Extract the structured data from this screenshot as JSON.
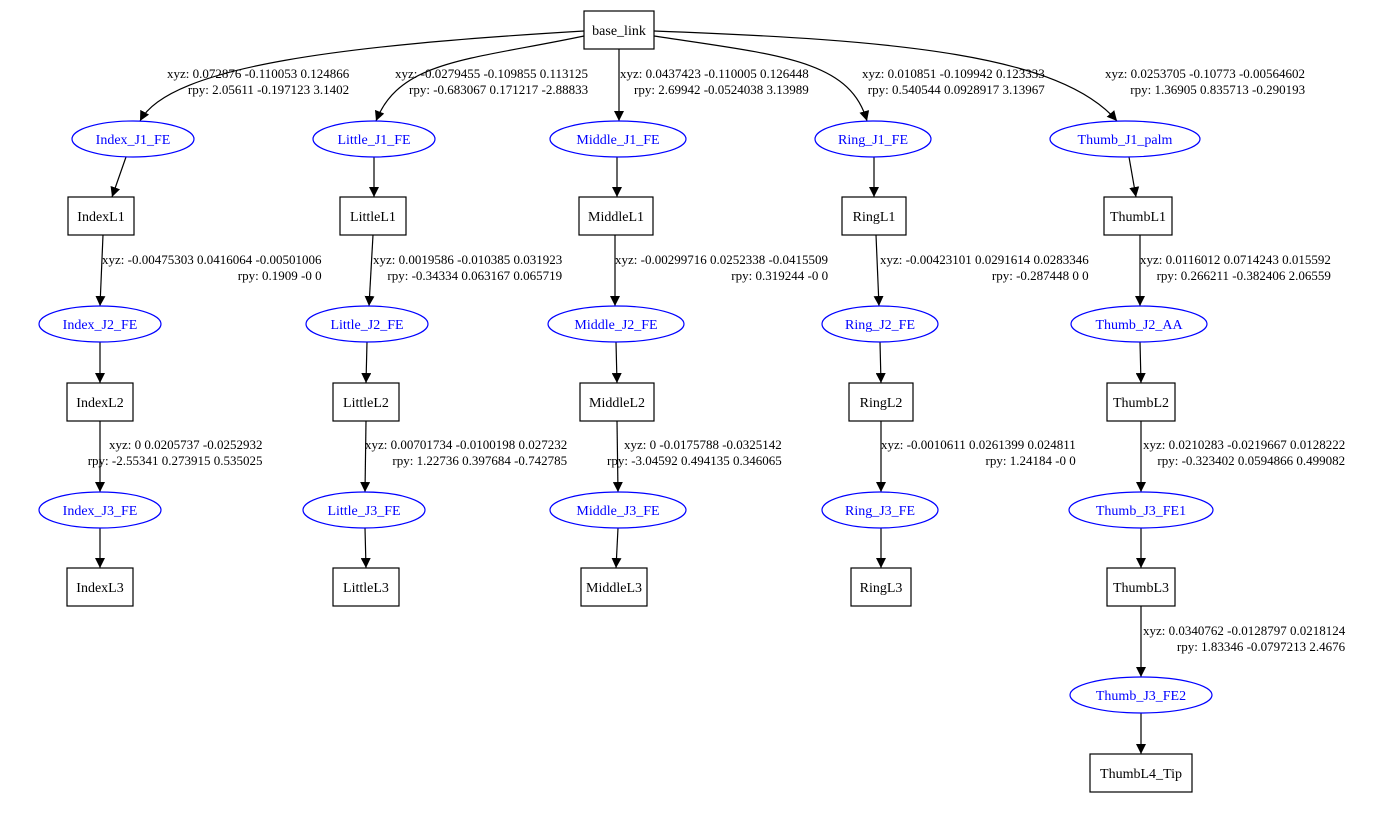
{
  "colors": {
    "link_stroke": "#000000",
    "joint_stroke": "#0000ff",
    "joint_text": "#0000ff",
    "edge": "#000000"
  },
  "links": {
    "base_link": "base_link",
    "IndexL1": "IndexL1",
    "IndexL2": "IndexL2",
    "IndexL3": "IndexL3",
    "LittleL1": "LittleL1",
    "LittleL2": "LittleL2",
    "LittleL3": "LittleL3",
    "MiddleL1": "MiddleL1",
    "MiddleL2": "MiddleL2",
    "MiddleL3": "MiddleL3",
    "RingL1": "RingL1",
    "RingL2": "RingL2",
    "RingL3": "RingL3",
    "ThumbL1": "ThumbL1",
    "ThumbL2": "ThumbL2",
    "ThumbL3": "ThumbL3",
    "ThumbL4_Tip": "ThumbL4_Tip"
  },
  "joints": {
    "Index_J1_FE": "Index_J1_FE",
    "Index_J2_FE": "Index_J2_FE",
    "Index_J3_FE": "Index_J3_FE",
    "Little_J1_FE": "Little_J1_FE",
    "Little_J2_FE": "Little_J2_FE",
    "Little_J3_FE": "Little_J3_FE",
    "Middle_J1_FE": "Middle_J1_FE",
    "Middle_J2_FE": "Middle_J2_FE",
    "Middle_J3_FE": "Middle_J3_FE",
    "Ring_J1_FE": "Ring_J1_FE",
    "Ring_J2_FE": "Ring_J2_FE",
    "Ring_J3_FE": "Ring_J3_FE",
    "Thumb_J1_palm": "Thumb_J1_palm",
    "Thumb_J2_AA": "Thumb_J2_AA",
    "Thumb_J3_FE1": "Thumb_J3_FE1",
    "Thumb_J3_FE2": "Thumb_J3_FE2"
  },
  "edge_labels": {
    "Index_J1_FE": {
      "xyz": "xyz: 0.072876 -0.110053 0.124866",
      "rpy": "rpy: 2.05611 -0.197123 3.1402"
    },
    "Little_J1_FE": {
      "xyz": "xyz: -0.0279455 -0.109855 0.113125",
      "rpy": "rpy: -0.683067 0.171217 -2.88833"
    },
    "Middle_J1_FE": {
      "xyz": "xyz: 0.0437423 -0.110005 0.126448",
      "rpy": "rpy: 2.69942 -0.0524038 3.13989"
    },
    "Ring_J1_FE": {
      "xyz": "xyz: 0.010851 -0.109942 0.123333",
      "rpy": "rpy: 0.540544 0.0928917 3.13967"
    },
    "Thumb_J1_palm": {
      "xyz": "xyz: 0.0253705 -0.10773 -0.00564602",
      "rpy": "rpy: 1.36905 0.835713 -0.290193"
    },
    "Index_J2_FE": {
      "xyz": "xyz: -0.00475303 0.0416064 -0.00501006",
      "rpy": "rpy: 0.1909 -0 0"
    },
    "Little_J2_FE": {
      "xyz": "xyz: 0.0019586 -0.010385 0.031923",
      "rpy": "rpy: -0.34334 0.063167 0.065719"
    },
    "Middle_J2_FE": {
      "xyz": "xyz: -0.00299716 0.0252338 -0.0415509",
      "rpy": "rpy: 0.319244 -0 0"
    },
    "Ring_J2_FE": {
      "xyz": "xyz: -0.00423101 0.0291614 0.0283346",
      "rpy": "rpy: -0.287448 0 0"
    },
    "Thumb_J2_AA": {
      "xyz": "xyz: 0.0116012 0.0714243 0.015592",
      "rpy": "rpy: 0.266211 -0.382406 2.06559"
    },
    "Index_J3_FE": {
      "xyz": "xyz: 0 0.0205737 -0.0252932",
      "rpy": "rpy: -2.55341 0.273915 0.535025"
    },
    "Little_J3_FE": {
      "xyz": "xyz: 0.00701734 -0.0100198 0.027232",
      "rpy": "rpy: 1.22736 0.397684 -0.742785"
    },
    "Middle_J3_FE": {
      "xyz": "xyz: 0 -0.0175788 -0.0325142",
      "rpy": "rpy: -3.04592 0.494135 0.346065"
    },
    "Ring_J3_FE": {
      "xyz": "xyz: -0.0010611 0.0261399 0.024811",
      "rpy": "rpy: 1.24184 -0 0"
    },
    "Thumb_J3_FE1": {
      "xyz": "xyz: 0.0210283 -0.0219667 0.0128222",
      "rpy": "rpy: -0.323402 0.0594866 0.499082"
    },
    "Thumb_J3_FE2": {
      "xyz": "xyz: 0.0340762 -0.0128797 0.0218124",
      "rpy": "rpy: 1.83346 -0.0797213 2.4676"
    }
  }
}
